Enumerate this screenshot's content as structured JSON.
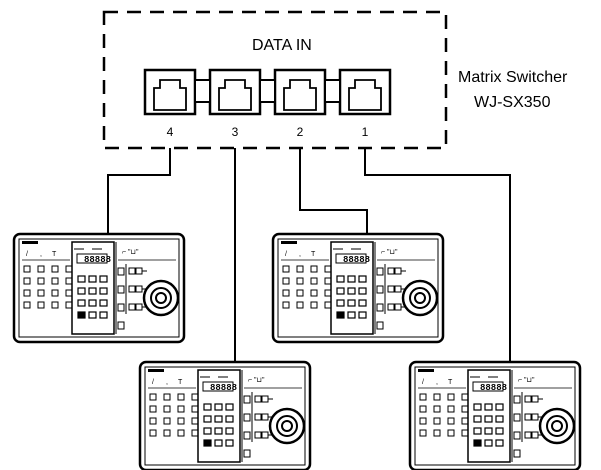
{
  "switcher": {
    "data_in_label": "DATA IN",
    "name": "Matrix Switcher",
    "model": "WJ-SX350",
    "ports": [
      "4",
      "3",
      "2",
      "1"
    ]
  },
  "keyboards": {
    "count": 4,
    "display_text": "88888"
  },
  "colors": {
    "line": "#000000",
    "background": "#ffffff",
    "panel": "#f2f2f2"
  }
}
